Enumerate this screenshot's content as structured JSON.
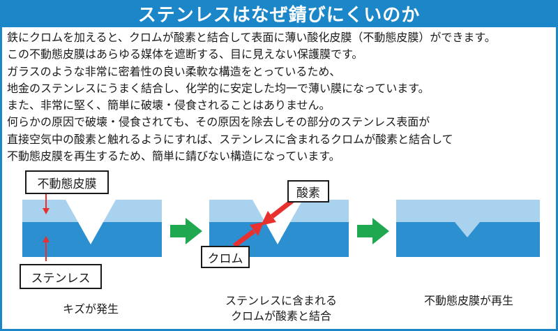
{
  "title": "ステンレスはなぜ錆びにくいのか",
  "paragraph_lines": [
    "鉄にクロムを加えると、クロムが酸素と結合して表面に薄い酸化皮膜（不動態皮膜）ができます。",
    "この不動態皮膜はあらゆる媒体を遮断する、目に見えない保護膜です。",
    "ガラスのような非常に密着性の良い柔軟な構造をとっているため、",
    "地金のステンレスにうまく結合し、化学的に安定した均一で薄い膜になっています。",
    "また、非常に堅く、簡単に破壊・侵食されることはありません。",
    "何らかの原因で破壊・侵食されても、その原因を除去しその部分のステンレス表面が",
    "直接空気中の酸素と触れるようにすれば、ステンレスに含まれるクロムが酸素と結合して",
    "不動態皮膜を再生するため、簡単に錆びない構造になっています。"
  ],
  "diagram": {
    "labels": {
      "passive_film": "不動態皮膜",
      "stainless": "ステンレス",
      "oxygen": "酸素",
      "chromium": "クロム"
    },
    "captions": {
      "step1": "キズが発生",
      "step2_line1": "ステンレスに含まれる",
      "step2_line2": "クロムが酸素と結合",
      "step3": "不動態皮膜が再生"
    },
    "colors": {
      "title_bar": "#1b86c8",
      "film": "#a9d2ee",
      "steel": "#2c8fd0",
      "flow_arrow": "#1fa84f",
      "red_arrow": "#e8312f"
    }
  }
}
